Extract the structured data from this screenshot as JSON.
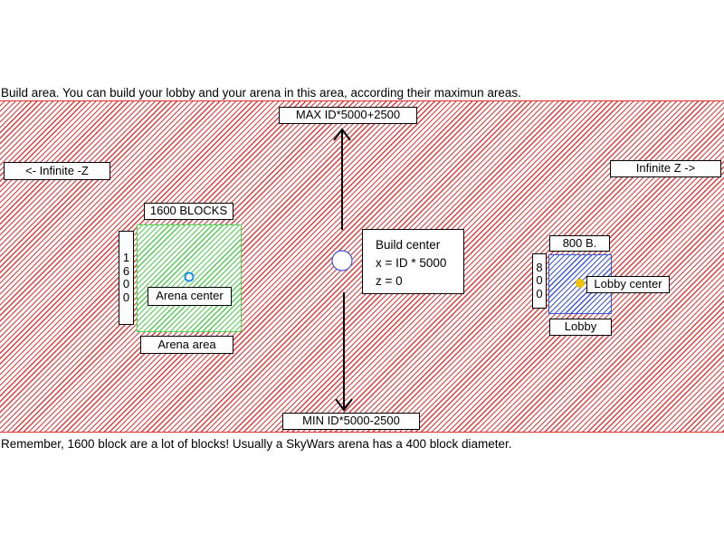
{
  "captions": {
    "top": "Build area. You can build your lobby and your arena in this area, according their maximun areas.",
    "bottom": "Remember, 1600 block are a lot of blocks! Usually a SkyWars arena has a 400 block diameter."
  },
  "labels": {
    "max": "MAX  ID*5000+2500",
    "min": "MIN  ID*5000-2500",
    "infinite_neg_z": "<- Infinite -Z",
    "infinite_pos_z": "Infinite Z ->",
    "arena_width": "1600 BLOCKS",
    "arena_height_digits": [
      "1",
      "6",
      "0",
      "0"
    ],
    "arena_center": "Arena center",
    "arena_area": "Arena area",
    "build_center_title": "Build center",
    "build_center_x": "x = ID * 5000",
    "build_center_z": "z = 0",
    "lobby_width": "800 B.",
    "lobby_height_digits": [
      "8",
      "0",
      "0"
    ],
    "lobby_center": "Lobby center",
    "lobby": "Lobby"
  },
  "colors": {
    "build_area": "#e23a3a",
    "arena_area": "#52cc52",
    "lobby_area": "#3a55d8",
    "arena_center_marker": "#1a8fe0",
    "build_center_marker": "#3a55d8",
    "lobby_center_marker": "#f2c400"
  }
}
